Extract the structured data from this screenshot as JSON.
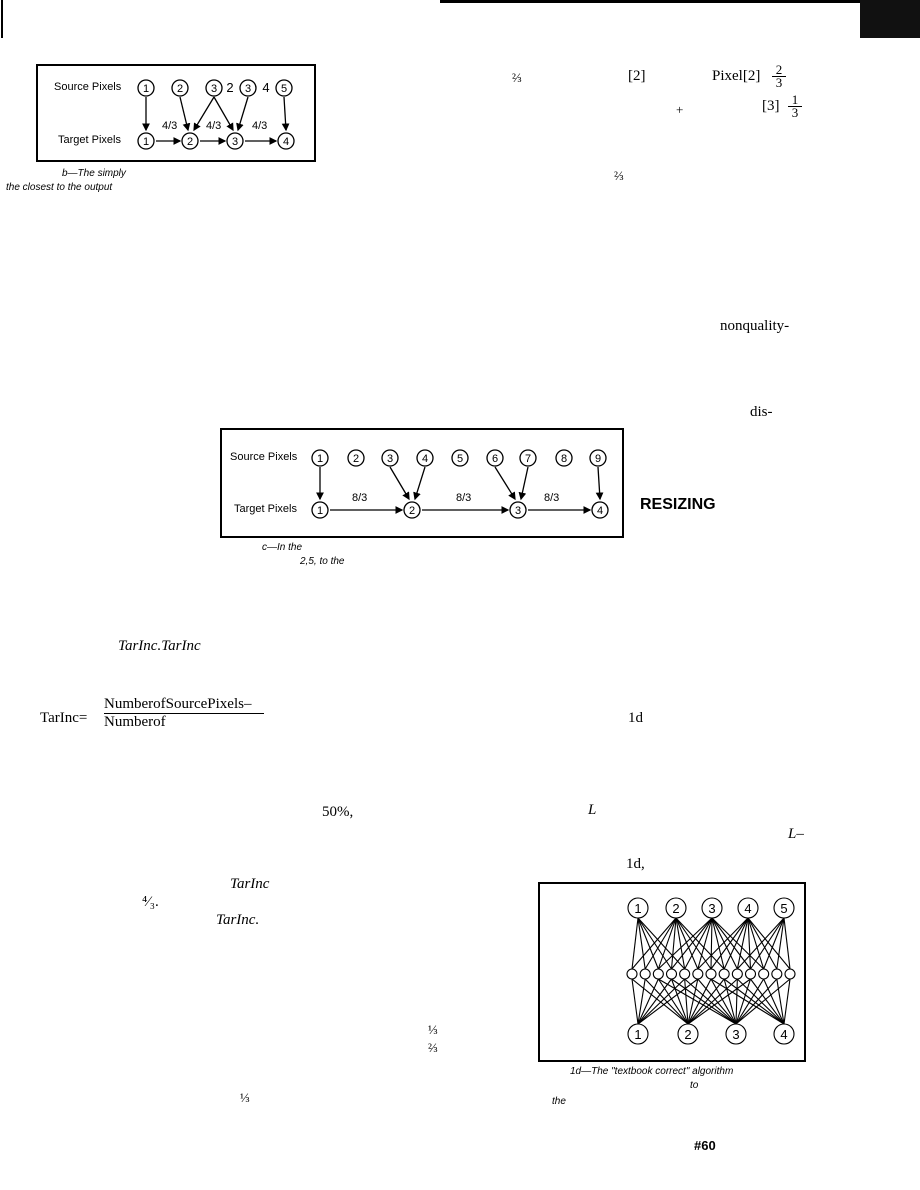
{
  "page": {
    "page_number": "#60",
    "section_heading": "RESIZING"
  },
  "figure_b": {
    "source_label": "Source Pixels",
    "target_label": "Target Pixels",
    "source_glyphs": "①  ②  ③ 2③ 4⑤",
    "spacing": "4/3",
    "caption_line1": "b—The                               simply",
    "caption_line2": "the closest            to       the          output"
  },
  "figure_c": {
    "source_label": "Source Pixels",
    "target_label": "Target Pixels",
    "spacing": "8/3",
    "caption_line1": "c—In                                                         the",
    "caption_line2": "2,5,                       to the"
  },
  "figure_d": {
    "caption_line1": "1d—The \"textbook correct\" algorithm",
    "caption_line2_a": "to",
    "caption_line2_b": "the"
  },
  "right_column": {
    "frac_two_thirds_a": "⅔",
    "bracket_2": "[2]",
    "pixel_2": "Pixel[2]",
    "frac_num_2": "2",
    "frac_den_3a": "3",
    "plus": "+",
    "bracket_3": "[3]",
    "frac_num_1": "1",
    "frac_den_3b": "3",
    "frac_two_thirds_b": "⅔",
    "nonquality": "nonquality-",
    "dis": "dis-",
    "ref_1d": "1d",
    "var_L": "L",
    "var_L_dash": "L–",
    "ref_1d_comma": "1d,"
  },
  "left_column": {
    "tarinc_pair": "TarInc.TarInc",
    "formula_lhs": "TarInc=",
    "formula_num": "NumberofSourcePixels–",
    "formula_den": "Numberof",
    "fifty_percent": "50%,",
    "tarinc_a": "TarInc",
    "four_thirds": "⁴⁄₃.",
    "tarinc_b": "TarInc.",
    "one_third_a": "⅓",
    "two_thirds": "⅔",
    "one_third_b": "⅓"
  }
}
